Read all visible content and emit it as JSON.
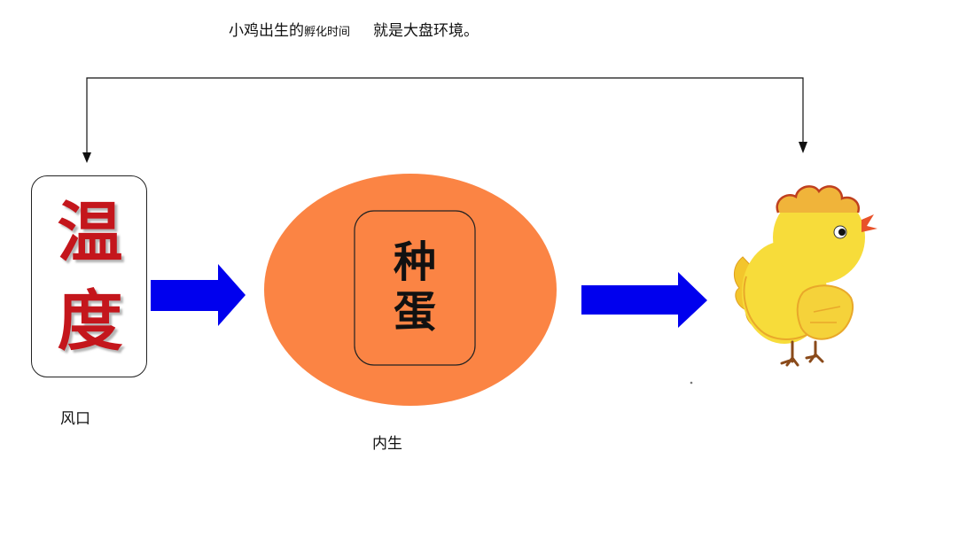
{
  "caption": {
    "prefix": "小鸡出生的",
    "highlight": "孵化时间",
    "suffix": "就是大盘环境。"
  },
  "temperature_box": {
    "char_1": "温",
    "char_2": "度",
    "label": "风口"
  },
  "egg": {
    "char_1": "种",
    "char_2": "蛋",
    "label": "内生"
  },
  "colors": {
    "arrow_blue": "#0000ee",
    "egg_orange": "#fb8444",
    "temp_text_red": "#c4161c",
    "chick_yellow": "#f7dc3a",
    "chick_comb": "#e8522a"
  },
  "icons": {
    "chick": "chick-icon"
  }
}
